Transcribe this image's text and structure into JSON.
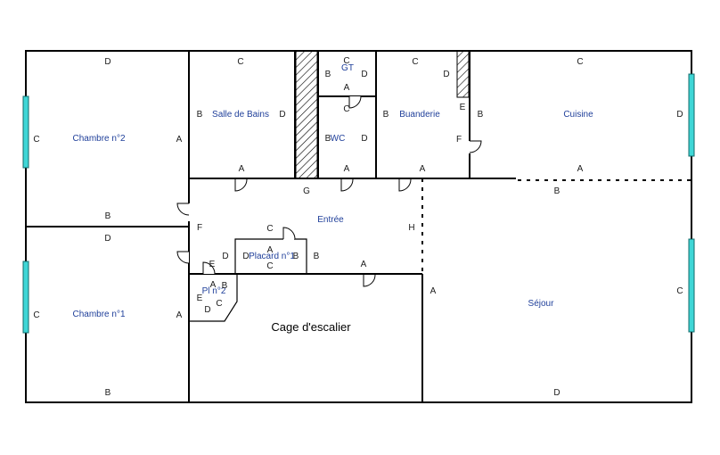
{
  "rooms": {
    "chambre2": "Chambre n°2",
    "chambre1": "Chambre n°1",
    "salle_de_bains": "Salle de Bains",
    "gt": "GT",
    "wc": "WC",
    "buanderie": "Buanderie",
    "cuisine": "Cuisine",
    "entree": "Entrée",
    "placard1": "Placard n°1",
    "placard2": "Pl n°2",
    "escalier": "Cage d'escalier",
    "sejour": "Séjour"
  },
  "letters": {
    "a": "A",
    "b": "B",
    "c": "C",
    "d": "D",
    "e": "E",
    "f": "F",
    "g": "G",
    "h": "H"
  },
  "colors": {
    "walls": "#000000",
    "room_labels": "#1f3f9a",
    "windows": "#3fd6d6"
  }
}
